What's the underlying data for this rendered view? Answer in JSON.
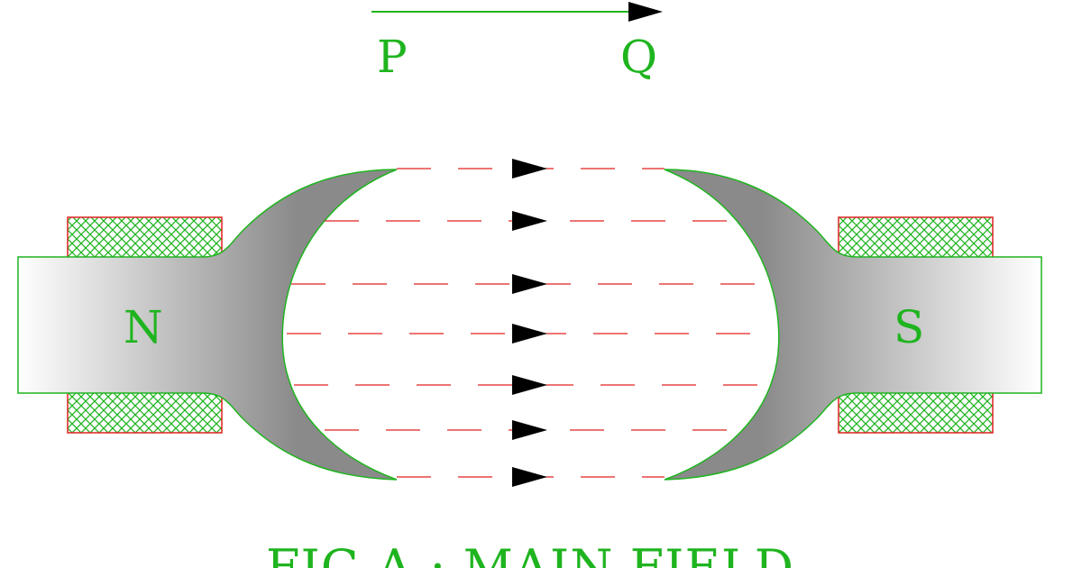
{
  "direction_labels": {
    "start": "P",
    "end": "Q"
  },
  "poles": {
    "left": "N",
    "right": "S"
  },
  "caption": "FIG A : MAIN FIELD",
  "field_lines": {
    "count": 7,
    "direction": "left-to-right"
  },
  "colors": {
    "label": "#1fb41f",
    "outline": "#1fb41f",
    "field_line": "#e02020",
    "arrow": "#000000",
    "winding_hatch": "#1fb41f",
    "winding_border": "#e02020",
    "pole_shade_dark": "#8a8a8a",
    "pole_shade_light": "#ffffff"
  }
}
